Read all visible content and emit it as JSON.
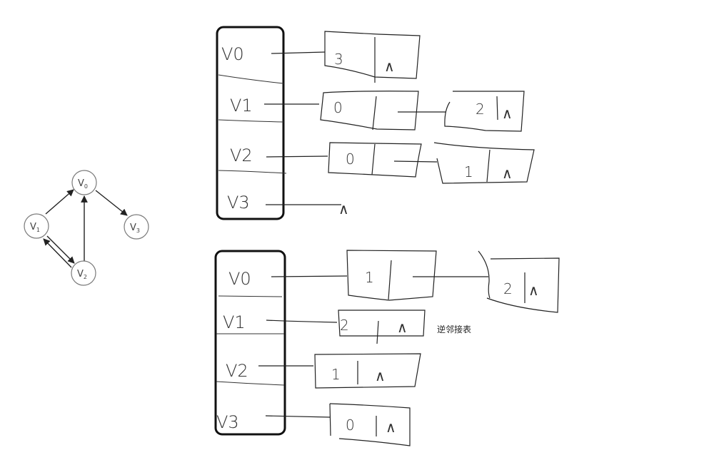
{
  "graph": {
    "nodes": [
      {
        "id": "v0",
        "label": "V",
        "sub": "0"
      },
      {
        "id": "v1",
        "label": "V",
        "sub": "1"
      },
      {
        "id": "v2",
        "label": "V",
        "sub": "2"
      },
      {
        "id": "v3",
        "label": "V",
        "sub": "3"
      }
    ],
    "edges": [
      {
        "from": "v1",
        "to": "v0"
      },
      {
        "from": "v0",
        "to": "v3"
      },
      {
        "from": "v2",
        "to": "v0"
      },
      {
        "from": "v1",
        "to": "v2"
      },
      {
        "from": "v2",
        "to": "v1"
      }
    ]
  },
  "adjacency_list": {
    "rows": [
      {
        "vertex": "V0",
        "nodes": [
          {
            "index": "3",
            "next": "∧"
          }
        ]
      },
      {
        "vertex": "V1",
        "nodes": [
          {
            "index": "0",
            "next": ""
          },
          {
            "index": "2",
            "next": "∧"
          }
        ]
      },
      {
        "vertex": "V2",
        "nodes": [
          {
            "index": "0",
            "next": ""
          },
          {
            "index": "1",
            "next": "∧"
          }
        ]
      },
      {
        "vertex": "V3",
        "nodes": [],
        "null": "∧"
      }
    ]
  },
  "inverse_adjacency_list": {
    "caption": "逆邻接表",
    "rows": [
      {
        "vertex": "V0",
        "nodes": [
          {
            "index": "1",
            "next": ""
          },
          {
            "index": "2",
            "next": "∧"
          }
        ]
      },
      {
        "vertex": "V1",
        "nodes": [
          {
            "index": "2",
            "next": "∧"
          }
        ]
      },
      {
        "vertex": "V2",
        "nodes": [
          {
            "index": "1",
            "next": "∧"
          }
        ]
      },
      {
        "vertex": "V3",
        "nodes": [
          {
            "index": "0",
            "next": "∧"
          }
        ]
      }
    ]
  }
}
